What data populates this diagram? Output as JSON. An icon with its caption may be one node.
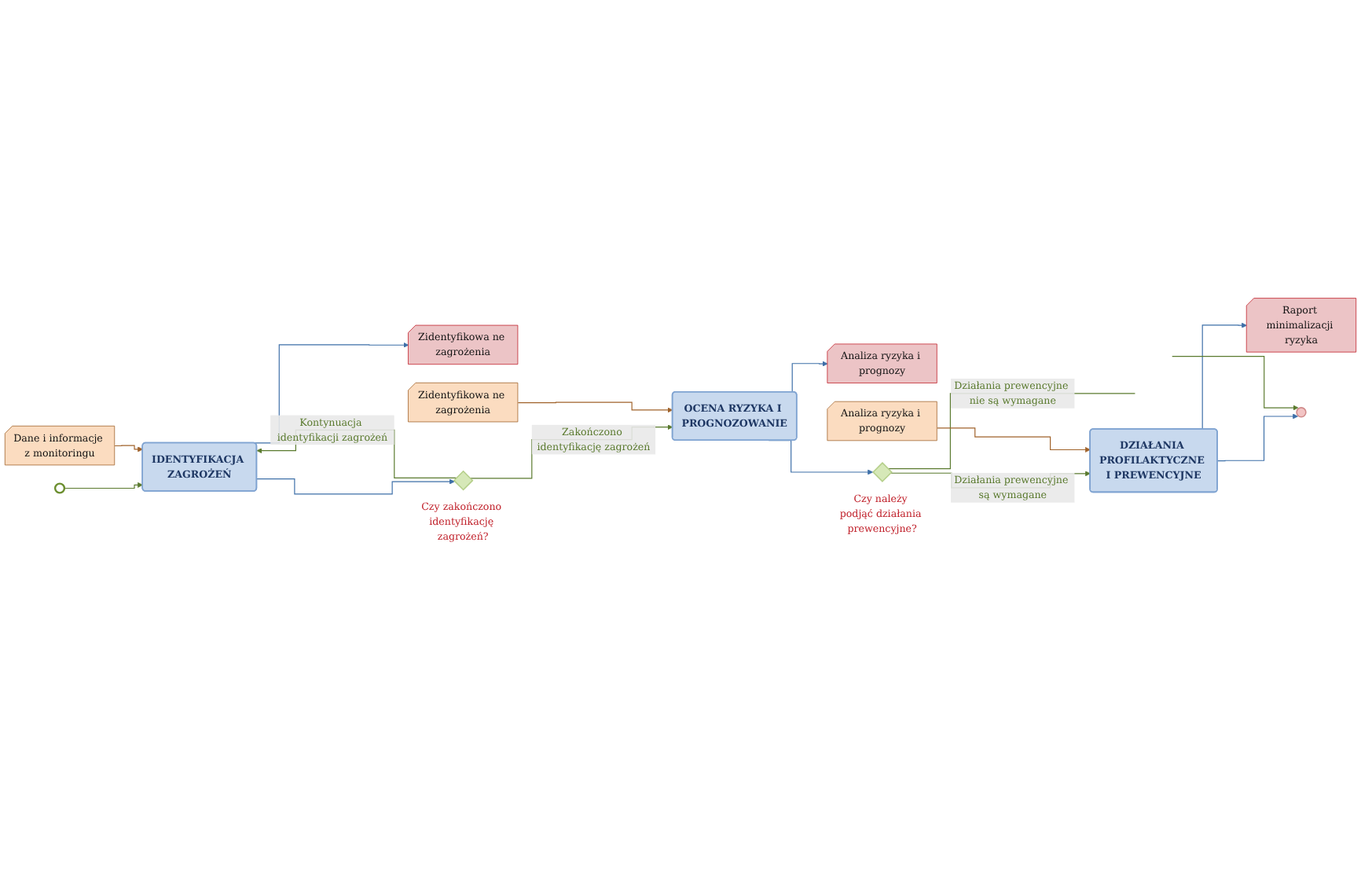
{
  "diagram": {
    "nodes": [
      {
        "text": [],
        "shape": "circle"
      },
      {
        "text": [
          "IDENTYFIKACJA ZAGROŻEŃ"
        ]
      },
      {
        "text": [
          "Dane i informacje z monitoringu"
        ]
      },
      {
        "text": [
          "Zidentyfikowa ne zagrożenia"
        ]
      },
      {
        "text": [],
        "shape": "diamond",
        "beside": [
          "Czy zakończono identyfikację zagrożeń?"
        ]
      },
      {
        "text": [
          "Zidentyfikowa ne zagrożenia"
        ]
      },
      {
        "text": [
          "Analiza ryzyka i prognozy"
        ]
      },
      {
        "text": [
          "OCENA RYZYKA I PROGNOZOWANIE"
        ]
      },
      {
        "text": [],
        "shape": "diamond",
        "beside": [
          "Czy należy podjąć działania prewencyjne?"
        ]
      },
      {
        "text": [
          "DZIAŁANIA PROFILAKTYCZNE I PREWENCYJNE"
        ]
      },
      {
        "text": [
          "Raport minimalizacji ryzyka"
        ]
      },
      {
        "text": [
          "Analiza ryzyka i prognozy"
        ]
      },
      {
        "text": [],
        "shape": "circle"
      }
    ],
    "edges": [
      {
        "from": 0,
        "to": 1,
        "arrow": "to",
        "color": "#5a7a2e"
      },
      {
        "from": 4,
        "to": 1,
        "arrow": "to",
        "label": "Kontynuacja identyfikacji zagrożeń",
        "color": "#5a7a2e"
      },
      {
        "from": 1,
        "to": 4,
        "arrow": "to",
        "color": "#3d6fa8"
      },
      {
        "from": 2,
        "to": 1,
        "arrow": "to",
        "color": "#a0622a"
      },
      {
        "from": 1,
        "to": 3,
        "arrow": "to",
        "color": "#3d6fa8"
      },
      {
        "from": 4,
        "to": 7,
        "arrow": "to",
        "label": "Zakończono identyfikację zagrożeń",
        "color": "#5a7a2e"
      },
      {
        "from": 5,
        "to": 7,
        "arrow": "to",
        "color": "#a0622a"
      },
      {
        "from": 7,
        "to": 6,
        "arrow": "to",
        "color": "#3d6fa8"
      },
      {
        "from": 7,
        "to": 8,
        "arrow": "to",
        "color": "#3d6fa8"
      },
      {
        "from": 8,
        "to": 9,
        "arrow": "to",
        "label": "Działania prewencyjne są wymagane",
        "color": "#5a7a2e"
      },
      {
        "from": 8,
        "to": null,
        "arrow": "none",
        "label": "Działania prewencyjne nie są wymagane",
        "color": "#5a7a2e"
      },
      {
        "from": 9,
        "to": 12,
        "arrow": "to",
        "color": "#3d6fa8"
      },
      {
        "from": 9,
        "to": 10,
        "arrow": "to",
        "color": "#3d6fa8"
      },
      {
        "from": 11,
        "to": 9,
        "arrow": "to",
        "color": "#a0622a"
      },
      {
        "from": null,
        "to": 12,
        "arrow": "to",
        "color": "#5a7a2e"
      }
    ]
  }
}
